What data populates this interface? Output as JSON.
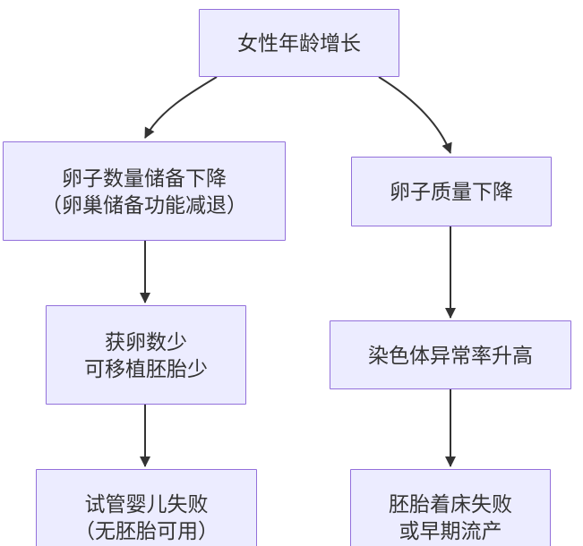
{
  "diagram": {
    "type": "flowchart",
    "direction": "top-down",
    "colors": {
      "node_fill": "#ECECFF",
      "node_border": "#9370DB",
      "edge_color": "#333333",
      "text_color": "#333333",
      "background": "#ffffff"
    },
    "nodes": {
      "root": {
        "line1": "女性年龄增长"
      },
      "left1": {
        "line1": "卵子数量储备下降",
        "line2": "（卵巢储备功能减退）"
      },
      "right1": {
        "line1": "卵子质量下降"
      },
      "left2": {
        "line1": "获卵数少",
        "line2": "可移植胚胎少"
      },
      "right2": {
        "line1": "染色体异常率升高"
      },
      "left3": {
        "line1": "试管婴儿失败",
        "line2": "（无胚胎可用）"
      },
      "right3": {
        "line1": "胚胎着床失败",
        "line2": "或早期流产"
      }
    },
    "edges": [
      {
        "from": "女性年龄增长",
        "to": "卵子数量储备下降（卵巢储备功能减退）"
      },
      {
        "from": "女性年龄增长",
        "to": "卵子质量下降"
      },
      {
        "from": "卵子数量储备下降（卵巢储备功能减退）",
        "to": "获卵数少 可移植胚胎少"
      },
      {
        "from": "卵子质量下降",
        "to": "染色体异常率升高"
      },
      {
        "from": "获卵数少 可移植胚胎少",
        "to": "试管婴儿失败（无胚胎可用）"
      },
      {
        "from": "染色体异常率升高",
        "to": "胚胎着床失败 或早期流产"
      }
    ]
  }
}
